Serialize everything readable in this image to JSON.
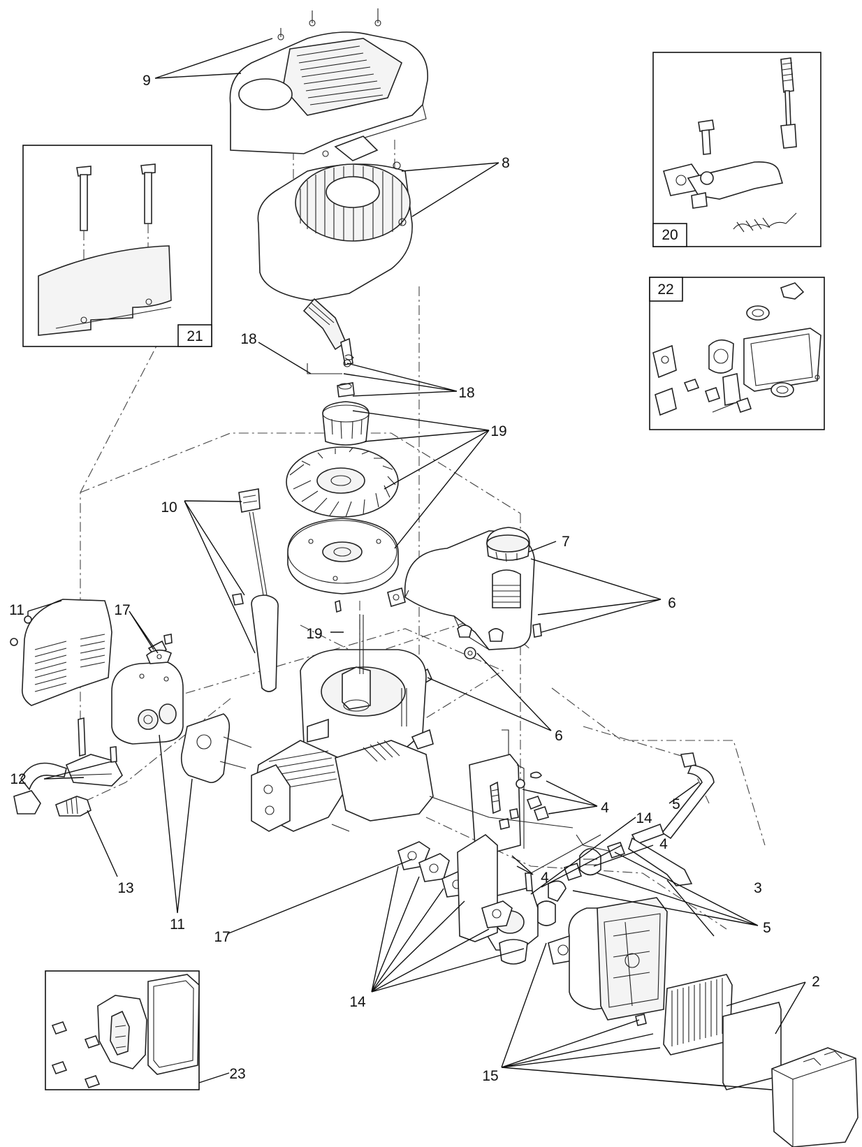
{
  "callouts": {
    "c9": "9",
    "c8": "8",
    "c18a": "18",
    "c18b": "18",
    "c19a": "19",
    "c19b": "19",
    "c7": "7",
    "c6a": "6",
    "c6b": "6",
    "c10": "10",
    "c17a": "17",
    "c17b": "17",
    "c11a": "11",
    "c11b": "11",
    "c12": "12",
    "c13": "13",
    "c4a": "4",
    "c4b": "4",
    "c4c": "4",
    "c5a": "5",
    "c5b": "5",
    "c14a": "14",
    "c14b": "14",
    "c3": "3",
    "c2": "2",
    "c15": "15",
    "c23": "23"
  },
  "insets": {
    "i21": "21",
    "i20": "20",
    "i22": "22"
  }
}
